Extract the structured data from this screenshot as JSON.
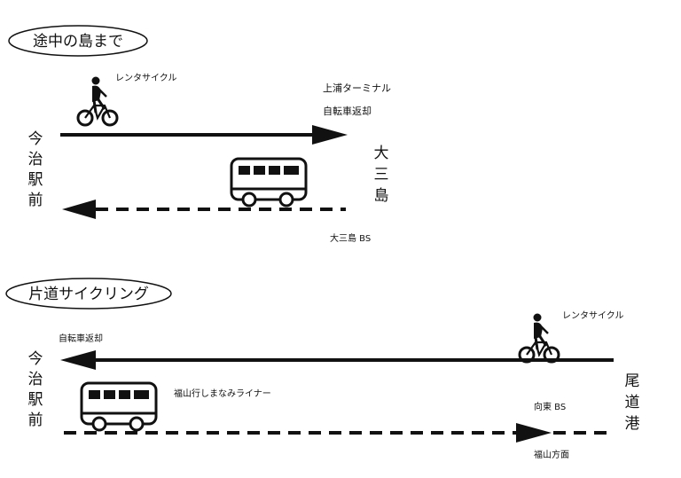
{
  "section1": {
    "title": "途中の島まで",
    "origin": [
      "今",
      "治",
      "駅",
      "前"
    ],
    "destination": [
      "大",
      "三",
      "島"
    ],
    "bike_label": "レンタサイクル",
    "terminal_label": "上浦ターミナル",
    "return_label": "自転車返却",
    "bus_stop_label": "大三島 BS"
  },
  "section2": {
    "title": "片道サイクリング",
    "origin": [
      "今",
      "治",
      "駅",
      "前"
    ],
    "destination": [
      "尾",
      "道",
      "港"
    ],
    "bike_label": "レンタサイクル",
    "return_label": "自転車返却",
    "bus_label": "福山行しまなみライナー",
    "bus_stop_label": "向東 BS",
    "direction_label": "福山方面"
  }
}
